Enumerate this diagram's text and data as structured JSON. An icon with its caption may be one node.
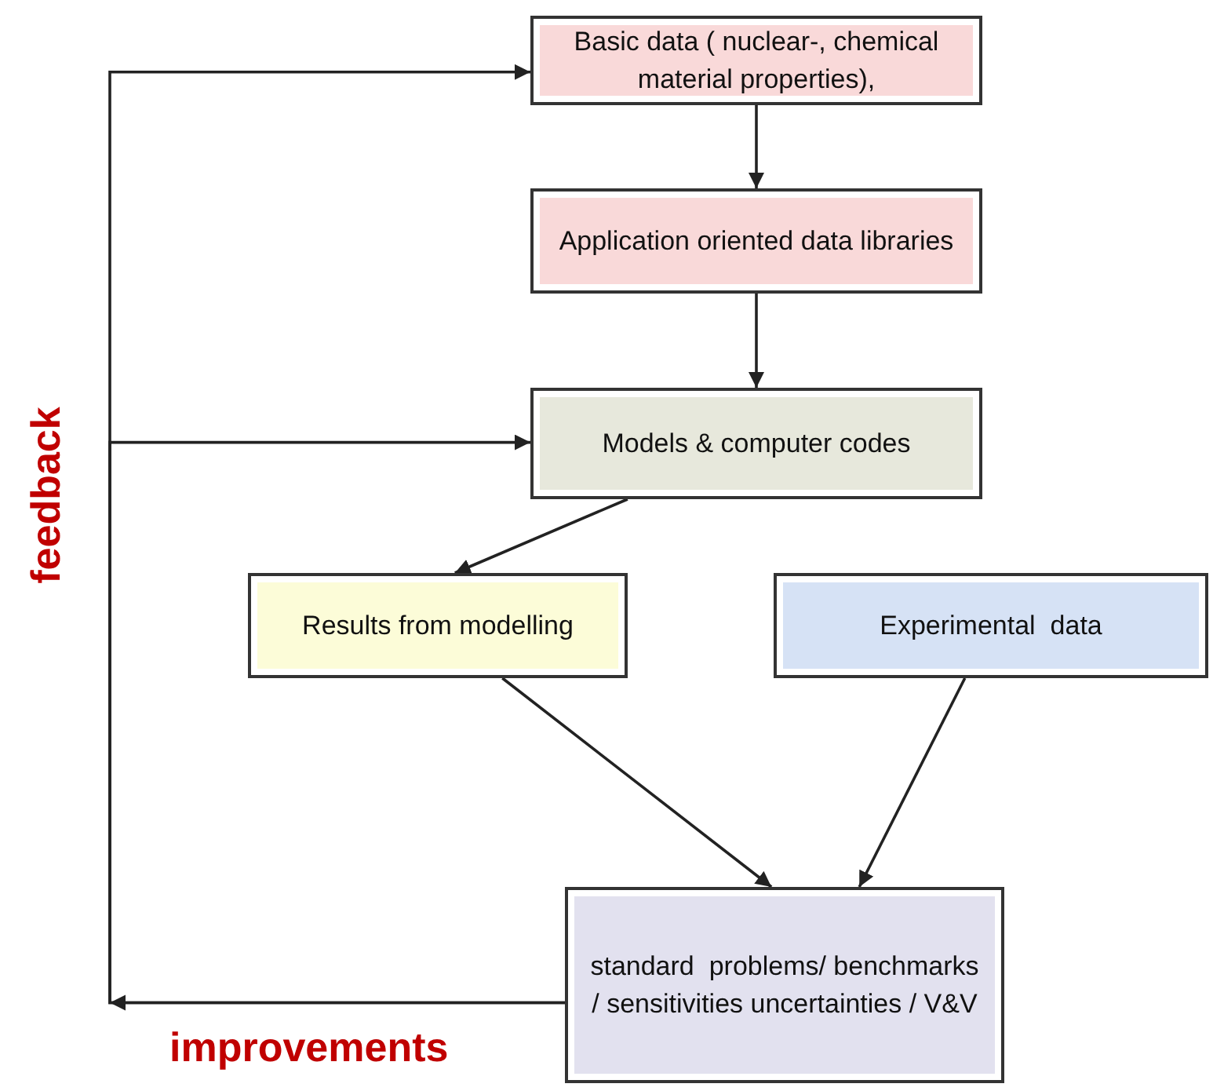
{
  "diagram": {
    "nodes": [
      {
        "text": [
          "Basic data ( nuclear-, chemical material properties),"
        ]
      },
      {
        "text": [
          "Application oriented data libraries"
        ]
      },
      {
        "text": [
          "Models & computer codes"
        ]
      },
      {
        "text": [
          "Results from modelling"
        ]
      },
      {
        "text": [
          "Experimental  data"
        ]
      },
      {
        "text": [
          "standard  problems/ benchmarks / sensitivities uncertainties / V&V"
        ]
      }
    ],
    "edges": [
      {
        "from": 0,
        "to": 1,
        "arrow": "to"
      },
      {
        "from": 1,
        "to": 2,
        "arrow": "to"
      },
      {
        "from": 2,
        "to": 3,
        "arrow": "to"
      },
      {
        "from": 3,
        "to": 5,
        "arrow": "to"
      },
      {
        "from": 4,
        "to": 5,
        "arrow": "to"
      },
      {
        "from": 5,
        "to": 0,
        "arrow": "to"
      },
      {
        "from": 5,
        "to": 2,
        "arrow": "to"
      }
    ],
    "labels": [
      "feedback",
      "improvements"
    ]
  }
}
